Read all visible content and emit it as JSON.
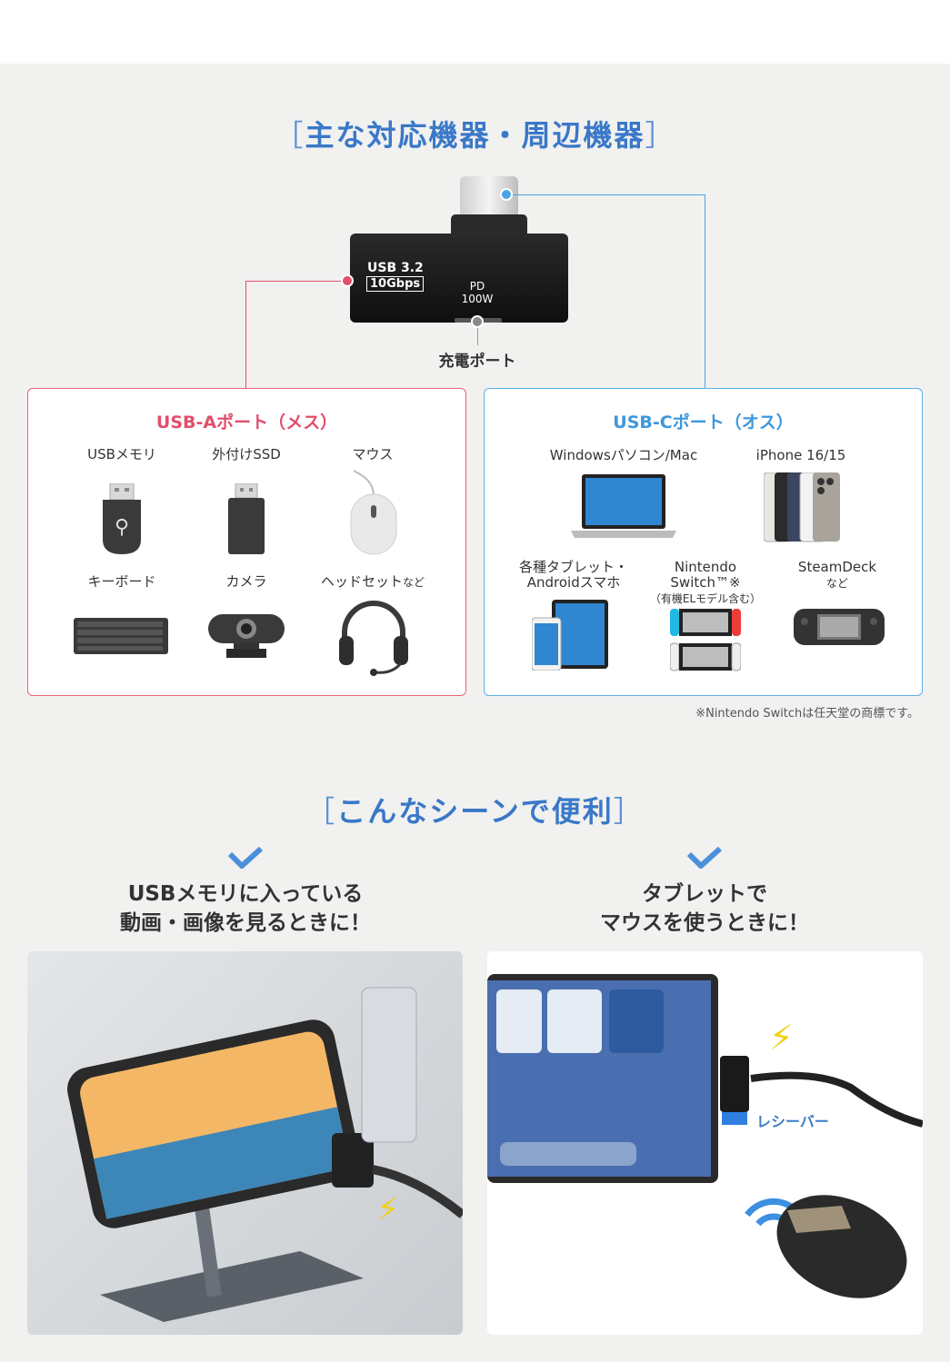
{
  "section1": {
    "bracket_open": "［",
    "title": "主な対応機器・周辺機器",
    "bracket_close": "］"
  },
  "adapter": {
    "usb_text": "USB 3.2",
    "gbps_text": "10Gbps",
    "pd_line1": "PD",
    "pd_line2": "100W",
    "charge_port_label": "充電ポート"
  },
  "usb_a": {
    "title": "USB-Aポート（メス）",
    "items": [
      {
        "label": "USBメモリ",
        "icon": "usb-memory-icon"
      },
      {
        "label": "外付けSSD",
        "icon": "external-ssd-icon"
      },
      {
        "label": "マウス",
        "icon": "mouse-icon"
      },
      {
        "label": "キーボード",
        "icon": "keyboard-icon"
      },
      {
        "label": "カメラ",
        "icon": "webcam-icon"
      },
      {
        "label": "ヘッドセット",
        "label_suffix": "など",
        "icon": "headset-icon"
      }
    ]
  },
  "usb_c": {
    "title": "USB-Cポート（オス）",
    "items": [
      {
        "label": "Windowsパソコン/Mac",
        "icon": "laptop-icon"
      },
      {
        "label": "iPhone 16/15",
        "icon": "iphone-icon"
      },
      {
        "label_line1": "各種タブレット・",
        "label_line2": "Androidスマホ",
        "icon": "tablet-icon"
      },
      {
        "label_line1": "Nintendo",
        "label_line2": "Switch™※",
        "label_line3": "（有機ELモデル含む）",
        "icon": "switch-icon"
      },
      {
        "label_line1": "SteamDeck",
        "label_line2": "など",
        "icon": "steamdeck-icon"
      }
    ]
  },
  "trademark_note": "※Nintendo Switchは任天堂の商標です。",
  "section2": {
    "bracket_open": "［",
    "title": "こんなシーンで便利",
    "bracket_close": "］"
  },
  "scenes": [
    {
      "line1": "USBメモリに入っている",
      "line2": "動画・画像を見るときに！"
    },
    {
      "line1": "タブレットで",
      "line2": "マウスを使うときに！",
      "receiver_label": "レシーバー"
    }
  ],
  "colors": {
    "accent_blue": "#3a78c8",
    "usb_a_red": "#e24d6b",
    "usb_c_blue": "#3d97dd"
  }
}
